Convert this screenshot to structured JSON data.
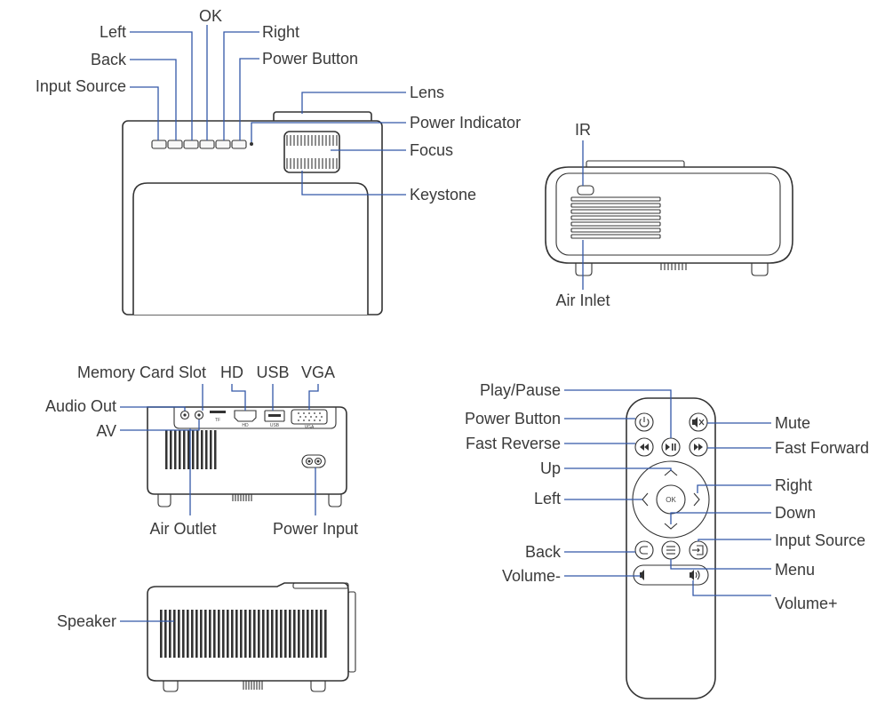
{
  "top_view": {
    "left": "Left",
    "ok": "OK",
    "right": "Right",
    "back": "Back",
    "power_button": "Power Button",
    "input_source": "Input Source",
    "lens": "Lens",
    "power_indicator": "Power Indicator",
    "focus": "Focus",
    "keystone": "Keystone"
  },
  "front_view": {
    "ir": "IR",
    "air_inlet": "Air Inlet"
  },
  "port_view": {
    "memory_card_slot": "Memory Card Slot",
    "hd": "HD",
    "usb": "USB",
    "vga": "VGA",
    "audio_out": "Audio Out",
    "av": "AV",
    "air_outlet": "Air Outlet",
    "power_input": "Power Input",
    "port_tf": "TF",
    "port_hd": "HD",
    "port_usb": "USB",
    "port_vga": "VGA"
  },
  "side_view": {
    "speaker": "Speaker"
  },
  "remote": {
    "play_pause": "Play/Pause",
    "power_button": "Power Button",
    "fast_reverse": "Fast Reverse",
    "up": "Up",
    "left": "Left",
    "back": "Back",
    "volume_minus": "Volume-",
    "mute": "Mute",
    "fast_forward": "Fast Forward",
    "right": "Right",
    "down": "Down",
    "input_source": "Input Source",
    "menu": "Menu",
    "volume_plus": "Volume+",
    "ok_key": "OK"
  }
}
